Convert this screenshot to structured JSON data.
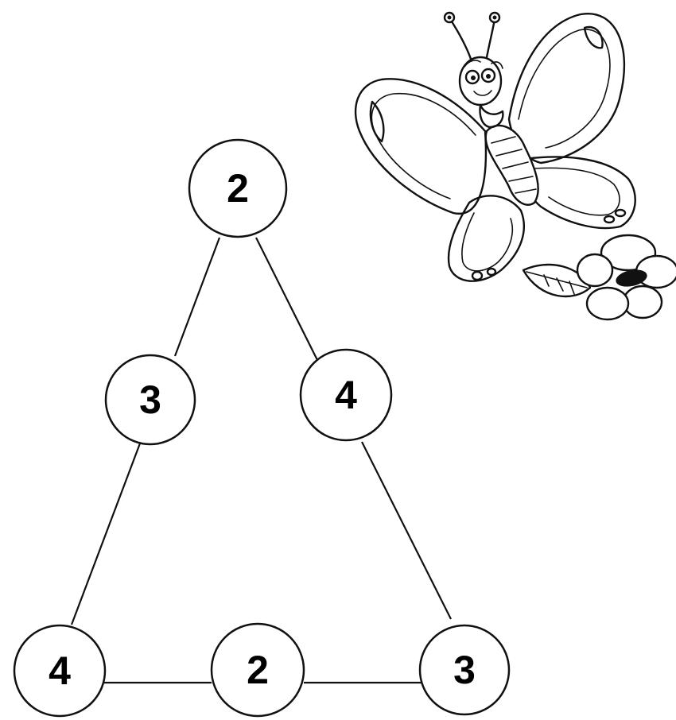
{
  "puzzle": {
    "nodes": [
      {
        "id": "top",
        "value": "2"
      },
      {
        "id": "mid-left",
        "value": "3"
      },
      {
        "id": "mid-right",
        "value": "4"
      },
      {
        "id": "bottom-left",
        "value": "4"
      },
      {
        "id": "bottom-middle",
        "value": "2"
      },
      {
        "id": "bottom-right",
        "value": "3"
      }
    ]
  },
  "illustration": {
    "icons": [
      "butterfly-icon",
      "flower-icon",
      "leaf-icon"
    ]
  }
}
